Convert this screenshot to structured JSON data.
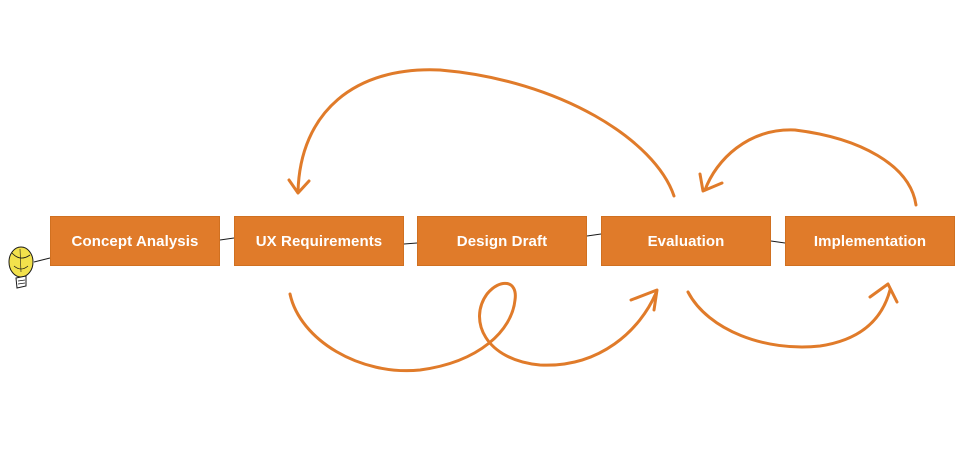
{
  "diagram": {
    "stages": [
      {
        "label": "Concept Analysis"
      },
      {
        "label": "UX Requirements"
      },
      {
        "label": "Design Draft"
      },
      {
        "label": "Evaluation"
      },
      {
        "label": "Implementation"
      }
    ],
    "links": [
      {
        "from": "Concept Analysis",
        "to": "UX Requirements",
        "kind": "line"
      },
      {
        "from": "UX Requirements",
        "to": "Design Draft",
        "kind": "line"
      },
      {
        "from": "Design Draft",
        "to": "Evaluation",
        "kind": "line"
      },
      {
        "from": "Evaluation",
        "to": "Implementation",
        "kind": "line"
      },
      {
        "from": "Evaluation",
        "to": "UX Requirements",
        "kind": "arrow"
      },
      {
        "from": "Implementation",
        "to": "Evaluation",
        "kind": "arrow"
      },
      {
        "from": "UX Requirements",
        "to": "Evaluation",
        "kind": "arrow"
      },
      {
        "from": "Evaluation",
        "to": "Implementation",
        "kind": "arrow"
      }
    ],
    "icons": [
      "lightbulb-icon"
    ],
    "colors": {
      "box_fill": "#e07b2a",
      "box_text": "#ffffff",
      "arrow": "#e07b2a",
      "connector": "#1a1a1a",
      "bulb": "#f2e14c"
    }
  }
}
